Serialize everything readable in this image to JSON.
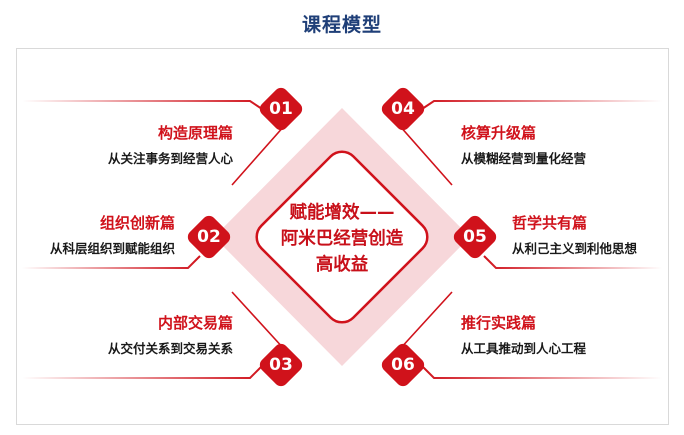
{
  "title": "课程模型",
  "center": {
    "line1": "赋能增效——",
    "line2": "阿米巴经营创造",
    "line3": "高收益"
  },
  "modules": [
    {
      "number": "01",
      "title": "构造原理篇",
      "subtitle": "从关注事务到经营人心"
    },
    {
      "number": "02",
      "title": "组织创新篇",
      "subtitle": "从科层组织到赋能组织"
    },
    {
      "number": "03",
      "title": "内部交易篇",
      "subtitle": "从交付关系到交易关系"
    },
    {
      "number": "04",
      "title": "核算升级篇",
      "subtitle": "从模糊经营到量化经营"
    },
    {
      "number": "05",
      "title": "哲学共有篇",
      "subtitle": "从利己主义到利他思想"
    },
    {
      "number": "06",
      "title": "推行实践篇",
      "subtitle": "从工具推动到人心工程"
    }
  ],
  "colors": {
    "accent": "#d0121b",
    "title": "#1f3f78",
    "diamond_fill": "#f7d7da",
    "text": "#1a1a1a"
  }
}
